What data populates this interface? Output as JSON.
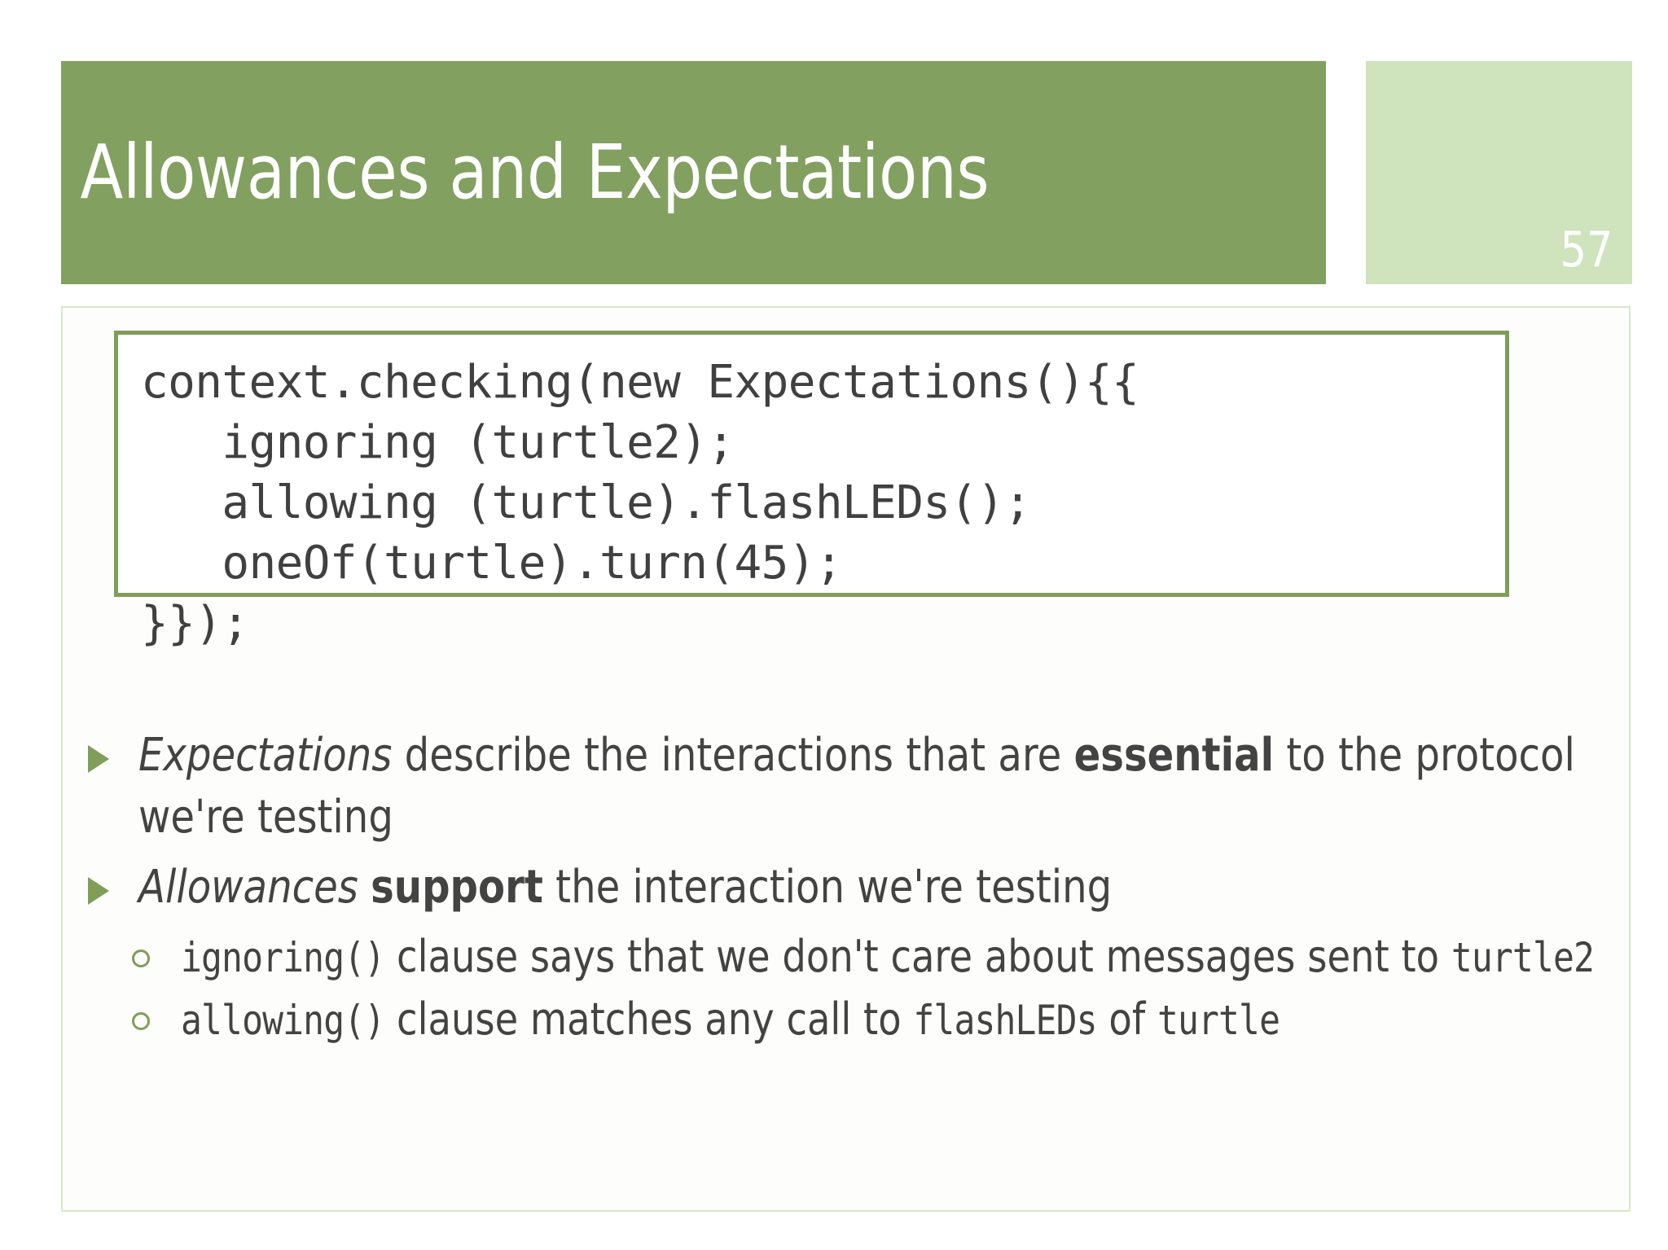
{
  "slide": {
    "title": "Allowances and Expectations",
    "page_number": "57",
    "colors": {
      "header_green": "#82a05f",
      "light_green": "#cfe3bc",
      "panel_border": "#d7e8c6",
      "code_border": "#7f9e58",
      "bullet_green": "#7f9e58",
      "text_gray": "#434343",
      "code_text": "#404040",
      "title_text": "#ffffff"
    }
  },
  "code_block": {
    "lines": [
      "context.checking(new Expectations(){{",
      "   ignoring (turtle2);",
      "   allowing (turtle).flashLEDs();",
      "   oneOf(turtle).turn(45);",
      "}});"
    ]
  },
  "bullets": [
    {
      "level": 1,
      "marker": "triangle-bullet-icon",
      "segments": [
        {
          "text": "Expectations",
          "style": "italic"
        },
        {
          "text": " describe the interactions that are ",
          "style": "normal"
        },
        {
          "text": "essential",
          "style": "bold"
        },
        {
          "text": " to the protocol we're testing",
          "style": "normal"
        }
      ]
    },
    {
      "level": 1,
      "marker": "triangle-bullet-icon",
      "segments": [
        {
          "text": "Allowances",
          "style": "italic"
        },
        {
          "text": " ",
          "style": "normal"
        },
        {
          "text": "support",
          "style": "bold"
        },
        {
          "text": " the interaction we're testing",
          "style": "normal"
        }
      ]
    },
    {
      "level": 2,
      "marker": "circle-bullet-icon",
      "segments": [
        {
          "text": "ignoring()",
          "style": "mono"
        },
        {
          "text": " clause says that we don't care about messages sent to ",
          "style": "normal"
        },
        {
          "text": "turtle2",
          "style": "mono"
        }
      ]
    },
    {
      "level": 2,
      "marker": "circle-bullet-icon",
      "segments": [
        {
          "text": "allowing()",
          "style": "mono"
        },
        {
          "text": " clause matches any call to ",
          "style": "normal"
        },
        {
          "text": "flashLEDs",
          "style": "mono"
        },
        {
          "text": " of ",
          "style": "normal"
        },
        {
          "text": "turtle",
          "style": "mono"
        }
      ]
    }
  ]
}
